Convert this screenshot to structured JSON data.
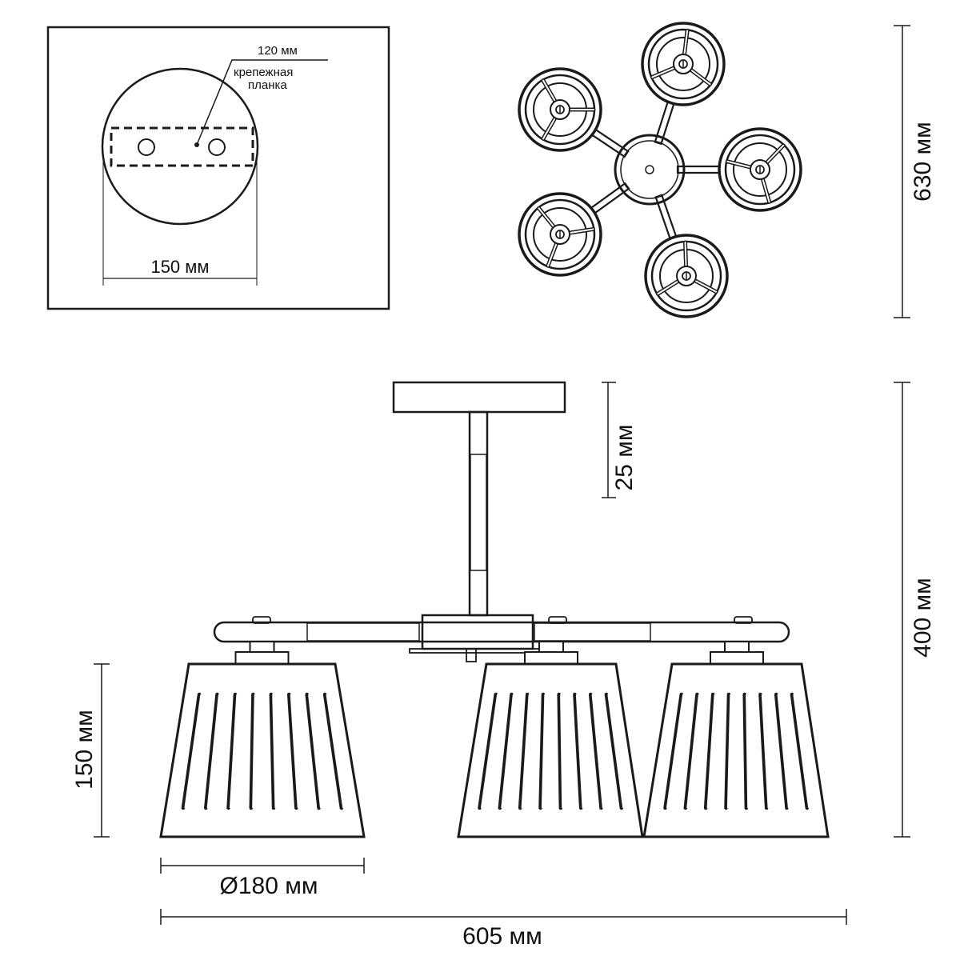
{
  "mount_plate": {
    "plate_width": "120 мм",
    "plate_label_line1": "крепежная",
    "plate_label_line2": "планка",
    "canopy_diameter": "150 мм"
  },
  "dimensions": {
    "top_view_height": "630 мм",
    "rod_height": "25 мм",
    "total_height": "400 мм",
    "shade_height": "150 мм",
    "shade_diameter": "Ø180 мм",
    "total_width": "605 мм"
  },
  "colors": {
    "line": "#1a1a1a",
    "background": "#ffffff"
  }
}
